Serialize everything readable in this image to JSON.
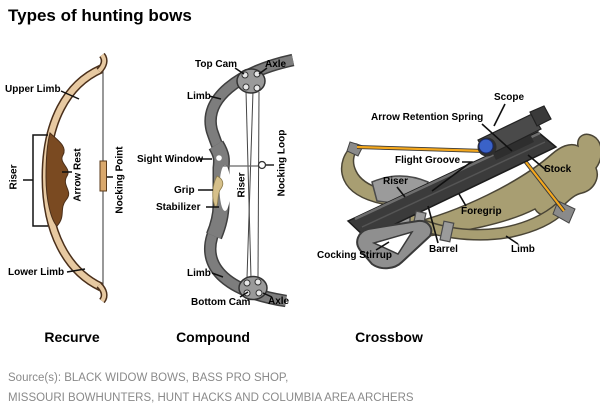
{
  "title": "Types of hunting bows",
  "colors": {
    "limb_tan": "#e7c9a1",
    "riser_brown": "#7a4a21",
    "outline_brown": "#4a2f1a",
    "compound_gray": "#7d7d7d",
    "compound_dark": "#3f3f3f",
    "crossbow_tan": "#a89e72",
    "crossbow_dark": "#3b3b3b",
    "crossbow_gray": "#9b9b9b",
    "string_orange": "#f5a81c",
    "scope_blue": "#3a62c8",
    "source_gray": "#8a8a8a"
  },
  "recurve": {
    "caption": "Recurve",
    "labels": {
      "upper_limb": "Upper Limb",
      "riser": "Riser",
      "arrow_rest": "Arrow Rest",
      "nocking_point": "Nocking Point",
      "lower_limb": "Lower Limb"
    }
  },
  "compound": {
    "caption": "Compound",
    "labels": {
      "top_cam": "Top Cam",
      "axle_top": "Axle",
      "limb_upper": "Limb",
      "sight_window": "Sight Window",
      "grip": "Grip",
      "stabilizer": "Stabilizer",
      "riser": "Riser",
      "nocking_loop": "Nocking Loop",
      "limb_lower": "Limb",
      "bottom_cam": "Bottom Cam",
      "axle_bottom": "Axle"
    }
  },
  "crossbow": {
    "caption": "Crossbow",
    "labels": {
      "scope": "Scope",
      "arrow_retention_spring": "Arrow Retention Spring",
      "flight_groove": "Flight Groove",
      "riser": "Riser",
      "stock": "Stock",
      "foregrip": "Foregrip",
      "cocking_stirrup": "Cocking Stirrup",
      "barrel": "Barrel",
      "limb": "Limb"
    }
  },
  "source": {
    "line1": "Source(s): BLACK WIDOW BOWS, BASS PRO SHOP,",
    "line2": "MISSOURI BOWHUNTERS, HUNT HACKS AND COLUMBIA AREA ARCHERS"
  }
}
